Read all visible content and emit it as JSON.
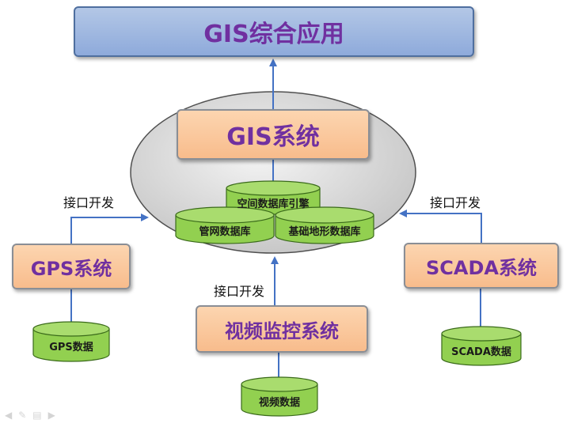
{
  "top_app": {
    "label": "GIS综合应用"
  },
  "core": {
    "system_label": "GIS系统",
    "engine_label": "空间数据库引擎",
    "pipe_db_label": "管网数据库",
    "base_db_label": "基础地形数据库"
  },
  "gps": {
    "system_label": "GPS系统",
    "data_label": "GPS数据",
    "interface_label": "接口开发"
  },
  "scada": {
    "system_label": "SCADA系统",
    "data_label": "SCADA数据",
    "interface_label": "接口开发"
  },
  "video": {
    "system_label": "视频监控系统",
    "data_label": "视频数据",
    "interface_label": "接口开发"
  },
  "colors": {
    "top_box": "#9bb5df",
    "system_box": "#f9c79b",
    "system_text": "#7030a0",
    "cylinder": "#92d050",
    "ellipse": "#d0d0d0",
    "arrow": "#4472c4"
  }
}
